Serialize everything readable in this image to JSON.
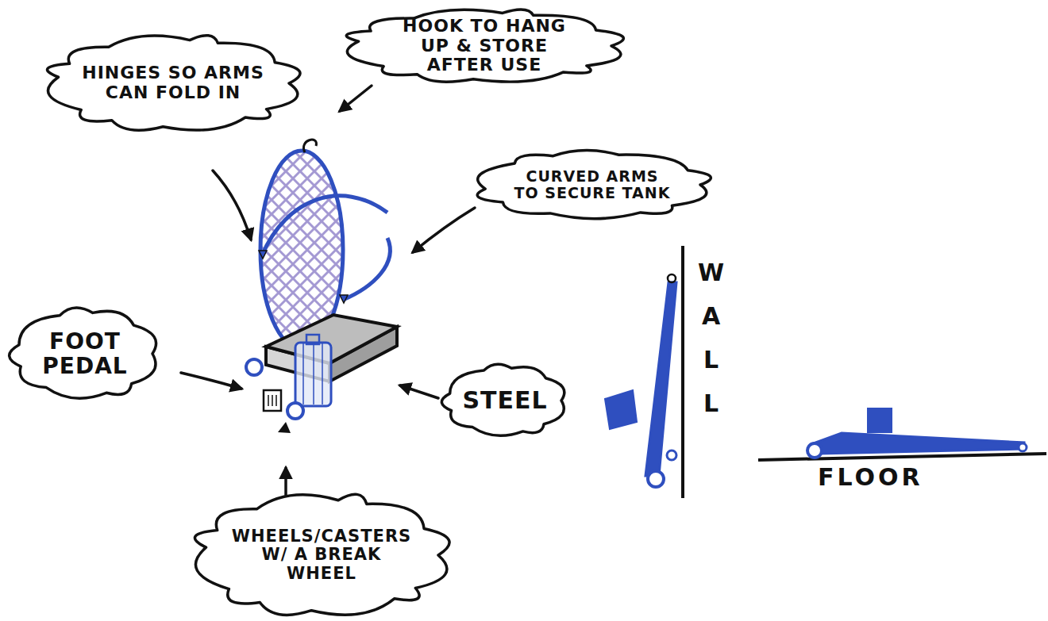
{
  "diagram": {
    "nodes": [
      {
        "text": [
          "HOOK TO HANG UP & STORE AFTER USE"
        ]
      },
      {
        "text": [
          "HINGES SO ARMS CAN FOLD IN"
        ]
      },
      {
        "text": [
          "CURVED ARMS TO SECURE TANK"
        ]
      },
      {
        "text": [
          "FOOT PEDAL"
        ]
      },
      {
        "text": [
          "STEEL"
        ]
      },
      {
        "text": [
          "WHEELS/CASTERS W/ A BREAK WHEEL"
        ]
      }
    ],
    "labels": [
      "WALL",
      "FLOOR"
    ]
  }
}
